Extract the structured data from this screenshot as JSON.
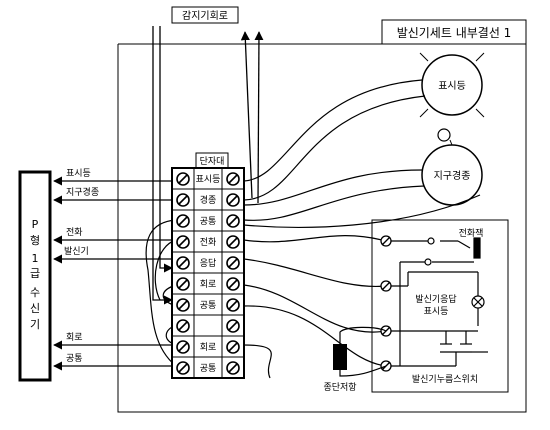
{
  "title": "발신기세트 내부결선 1",
  "detector_circuit_label": "감지기회로",
  "terminal_block": {
    "header": "단자대",
    "rows": [
      "표시등",
      "경종",
      "공통",
      "전화",
      "응답",
      "회로",
      "공통",
      "",
      "회로",
      "공통"
    ]
  },
  "receiver": {
    "label": "P형 1급 수신기",
    "lines": [
      "P",
      "형",
      "1",
      "급",
      "수",
      "신",
      "기"
    ]
  },
  "left_wires": [
    "표시등",
    "지구경종",
    "전화",
    "발신기",
    "회로",
    "공통"
  ],
  "devices": {
    "lamp": "표시등",
    "bell": "지구경종",
    "phone_jack": "전화잭",
    "response_lamp_line1": "발신기응답",
    "response_lamp_line2": "표시등",
    "end_resistor": "종단저항",
    "push_switch": "발신기누름스위치"
  }
}
